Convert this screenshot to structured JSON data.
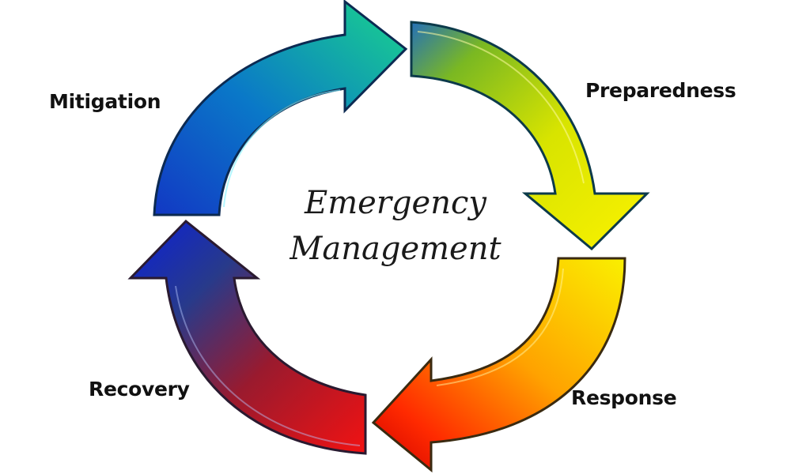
{
  "diagram": {
    "title_line1": "Emergency",
    "title_line2": "Management",
    "type": "cycle",
    "direction": "clockwise",
    "stages": [
      {
        "label": "Mitigation",
        "position": "top-left",
        "gradient": [
          "#1440c8",
          "#0a8fc0",
          "#19d08e"
        ],
        "next": "Preparedness"
      },
      {
        "label": "Preparedness",
        "position": "top-right",
        "gradient": [
          "#2a78b8",
          "#8cc21c",
          "#f5f000"
        ],
        "next": "Response"
      },
      {
        "label": "Response",
        "position": "bottom-right",
        "gradient": [
          "#f8f000",
          "#ff9a00",
          "#e60000"
        ],
        "next": "Recovery"
      },
      {
        "label": "Recovery",
        "position": "bottom-left",
        "gradient": [
          "#f01010",
          "#7a1a40",
          "#0a22d8"
        ],
        "next": "Mitigation"
      }
    ]
  }
}
